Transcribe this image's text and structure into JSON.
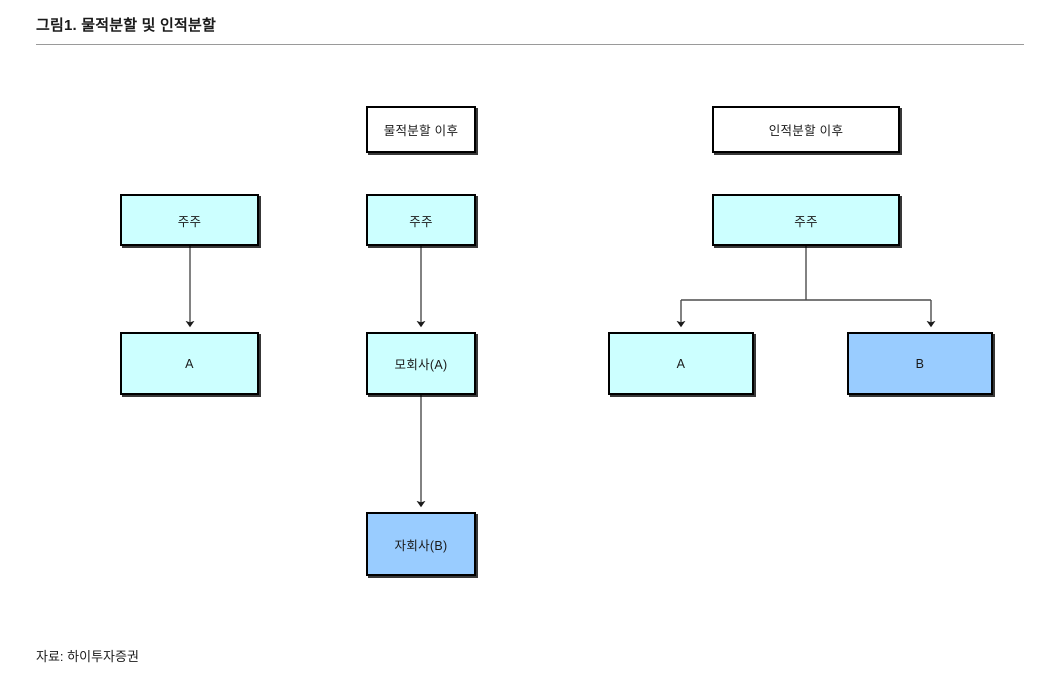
{
  "figure": {
    "title": "그림1.  물적분할 및 인적분할",
    "source": "자료: 하이투자증권"
  },
  "colors": {
    "fill_cyan": "#CCFFFF",
    "fill_blue": "#99CCFF",
    "fill_white": "#FFFFFF",
    "border": "#000000",
    "rule": "#9A9A9A",
    "connector": "#4D4D4D"
  },
  "diagram": {
    "type": "corporate-split-comparison",
    "columns": [
      {
        "id": "before",
        "caption": null,
        "nodes": [
          {
            "id": "before-shareholder",
            "label": "주주",
            "fill": "cyan"
          },
          {
            "id": "before-company-a",
            "label": "A",
            "fill": "cyan"
          }
        ],
        "edges": [
          {
            "from": "before-shareholder",
            "to": "before-company-a",
            "style": "straight-arrow"
          }
        ]
      },
      {
        "id": "physical-split",
        "caption": "물적분할 이후",
        "nodes": [
          {
            "id": "phys-shareholder",
            "label": "주주",
            "fill": "cyan"
          },
          {
            "id": "phys-parent",
            "label": "모회사(A)",
            "fill": "cyan"
          },
          {
            "id": "phys-subsidiary",
            "label": "자회사(B)",
            "fill": "blue"
          }
        ],
        "edges": [
          {
            "from": "phys-shareholder",
            "to": "phys-parent",
            "style": "straight-arrow"
          },
          {
            "from": "phys-parent",
            "to": "phys-subsidiary",
            "style": "straight-arrow"
          }
        ]
      },
      {
        "id": "personnel-split",
        "caption": "인적분할 이후",
        "nodes": [
          {
            "id": "pers-shareholder",
            "label": "주주",
            "fill": "cyan"
          },
          {
            "id": "pers-company-a",
            "label": "A",
            "fill": "cyan"
          },
          {
            "id": "pers-company-b",
            "label": "B",
            "fill": "blue"
          }
        ],
        "edges": [
          {
            "from": "pers-shareholder",
            "to": "pers-company-a",
            "style": "elbow-arrow"
          },
          {
            "from": "pers-shareholder",
            "to": "pers-company-b",
            "style": "elbow-arrow"
          }
        ]
      }
    ]
  }
}
